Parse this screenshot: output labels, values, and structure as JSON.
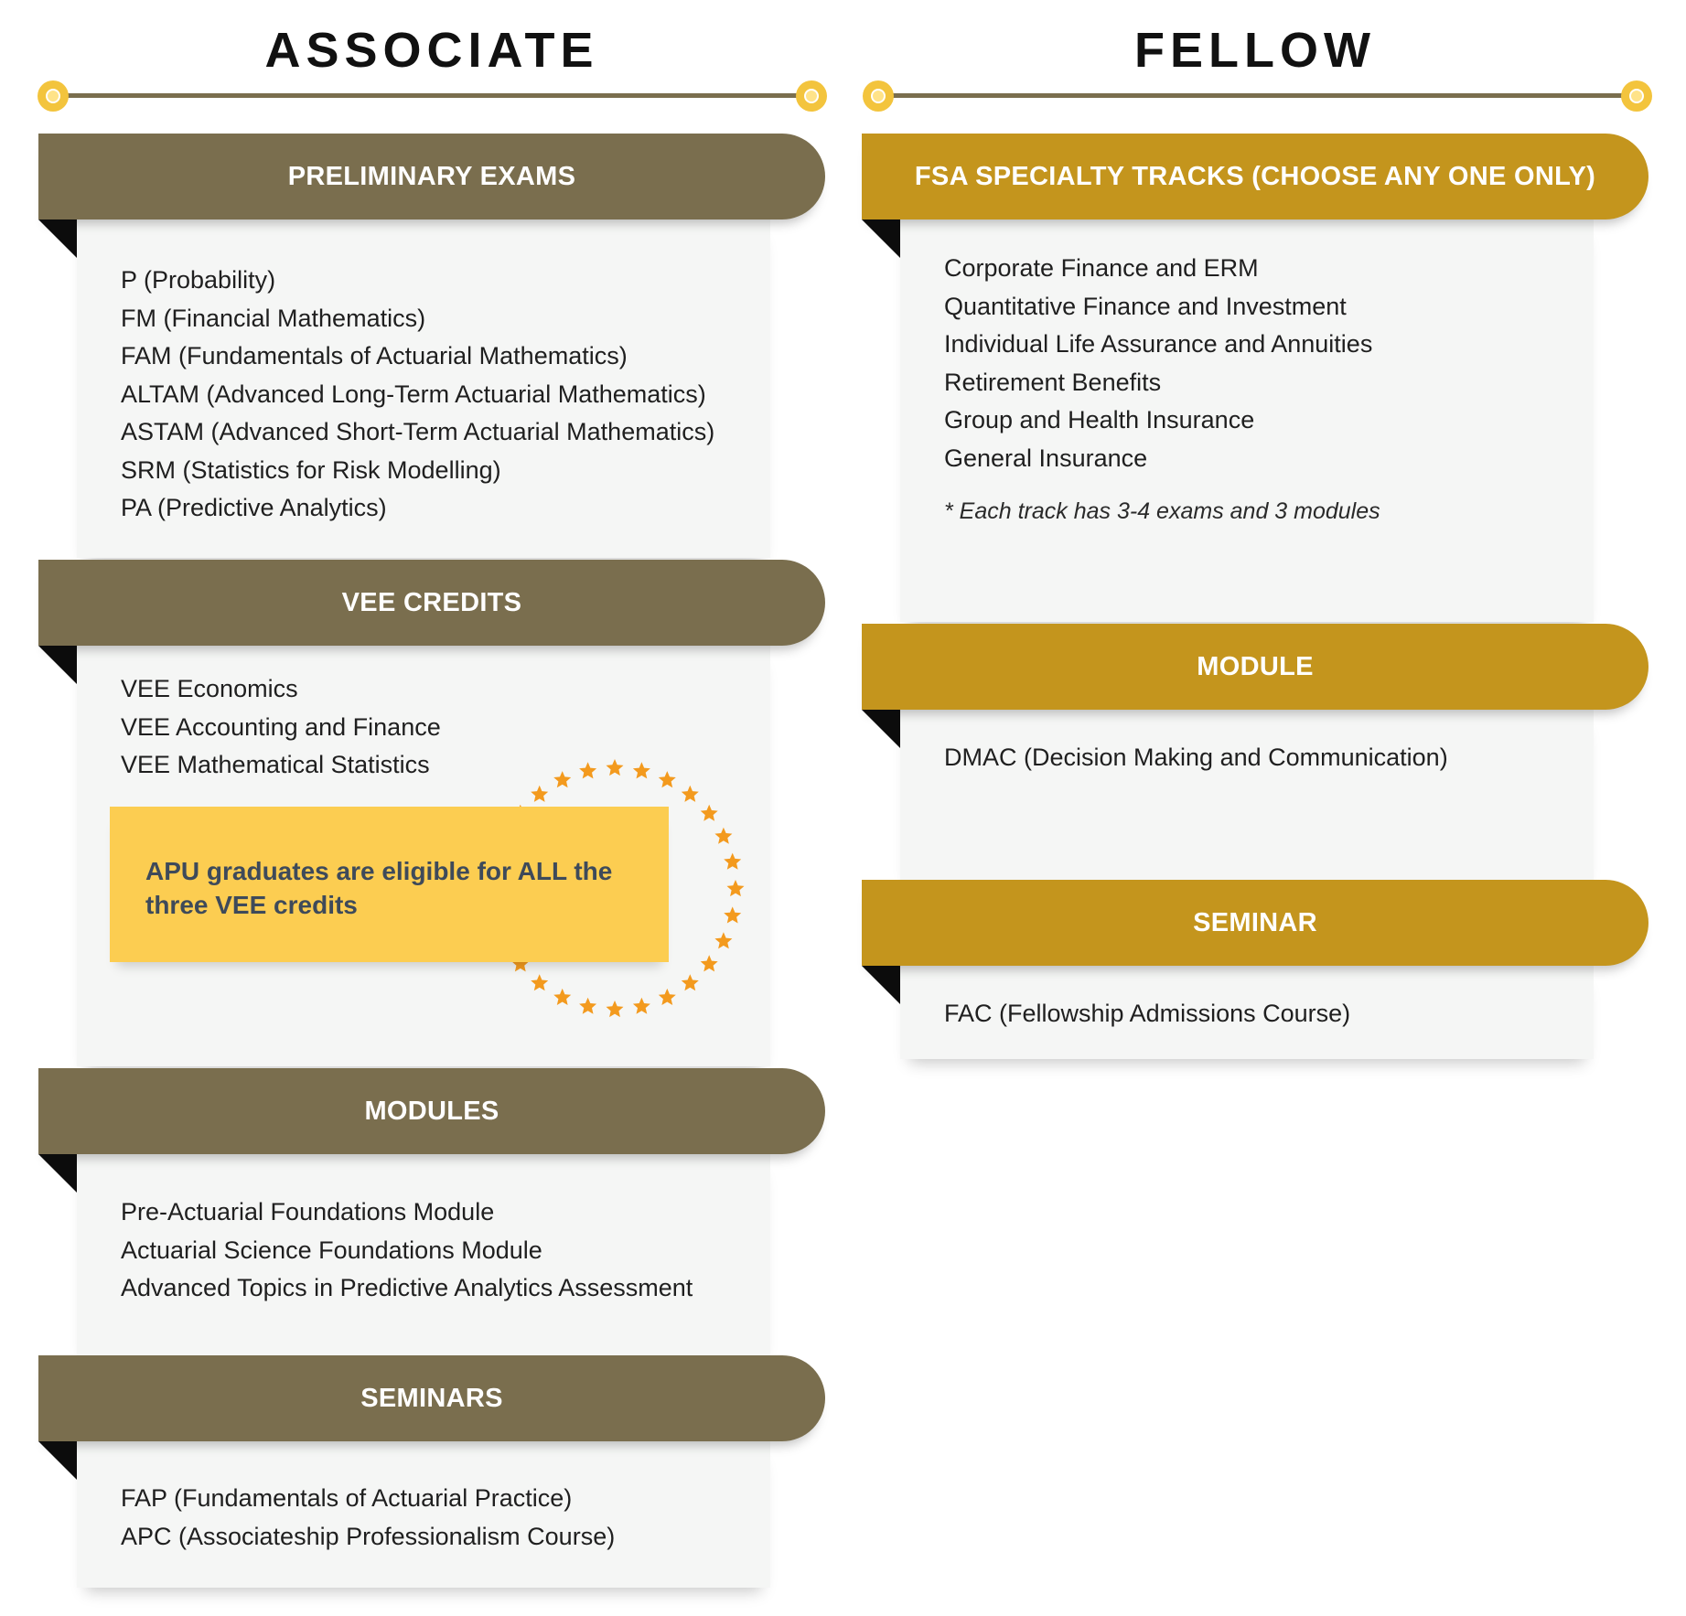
{
  "associate": {
    "title": "ASSOCIATE",
    "sections": [
      {
        "heading": "PRELIMINARY EXAMS",
        "items": [
          "P (Probability)",
          "FM (Financial Mathematics)",
          "FAM (Fundamentals of Actuarial Mathematics)",
          "ALTAM (Advanced Long-Term Actuarial Mathematics)",
          "ASTAM (Advanced Short-Term Actuarial Mathematics)",
          "SRM (Statistics for Risk Modelling)",
          "PA (Predictive Analytics)"
        ]
      },
      {
        "heading": "VEE CREDITS",
        "items": [
          "VEE Economics",
          "VEE Accounting and Finance",
          "VEE Mathematical Statistics"
        ],
        "callout": "APU graduates are eligible for ALL the three VEE credits"
      },
      {
        "heading": "MODULES",
        "items": [
          "Pre-Actuarial Foundations Module",
          "Actuarial Science Foundations Module",
          "Advanced Topics in Predictive Analytics Assessment"
        ]
      },
      {
        "heading": "SEMINARS",
        "items": [
          "FAP (Fundamentals of Actuarial Practice)",
          "APC (Associateship Professionalism Course)"
        ]
      }
    ]
  },
  "fellow": {
    "title": "FELLOW",
    "sections": [
      {
        "heading": "FSA SPECIALTY TRACKS (CHOOSE ANY ONE ONLY)",
        "items": [
          "Corporate Finance and ERM",
          "Quantitative Finance and Investment",
          "Individual Life Assurance and Annuities",
          "Retirement Benefits",
          "Group and Health Insurance",
          "General Insurance"
        ],
        "note": "* Each track has 3-4 exams and 3 modules"
      },
      {
        "heading": "MODULE",
        "items": [
          "DMAC (Decision Making and Communication)"
        ]
      },
      {
        "heading": "SEMINAR",
        "items": [
          "FAC (Fellowship Admissions Course)"
        ]
      }
    ]
  },
  "colors": {
    "associate_banner": "#7a6e4e",
    "fellow_banner": "#c4951d",
    "callout_bg": "#fccd51",
    "callout_text": "#3e4a5a",
    "star": "#f39a1e",
    "panel_bg": "#f5f6f5",
    "timeline_dot": "#f3c43d"
  },
  "icons": [
    "star-icon",
    "timeline-dot-icon"
  ]
}
